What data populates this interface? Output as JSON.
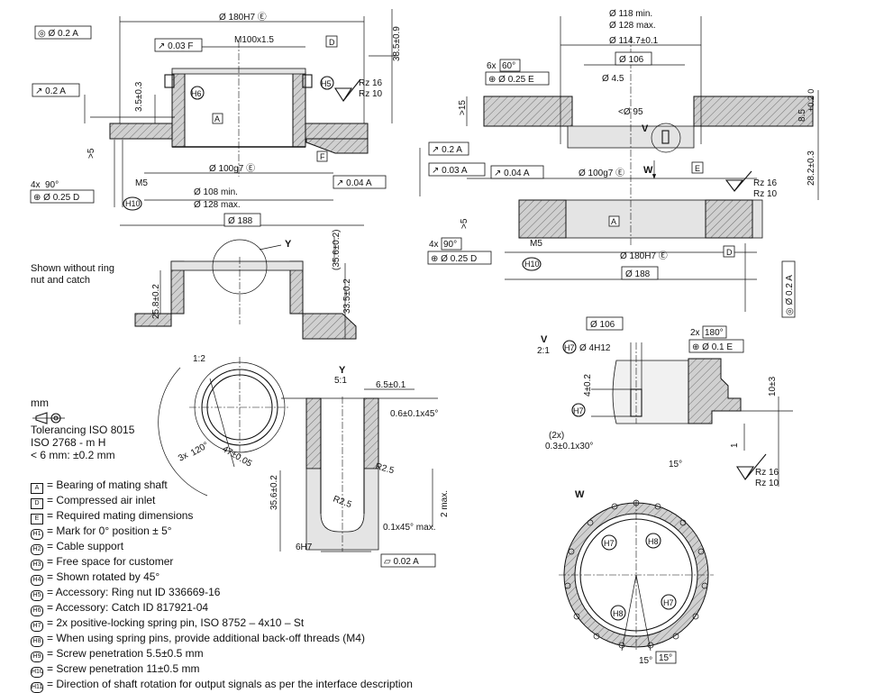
{
  "top_left": {
    "runout_datum": "◎ Ø 0.2 A",
    "outer_dia": "Ø 180H7 Ⓔ",
    "runout_f": "↗ 0.03 F",
    "thread": "M100x1.5",
    "datum_d": "D",
    "height_right": "38.5±0.9",
    "runout_a": "↗ 0.2 A",
    "dim_35": "3.5±0.3",
    "gt5": ">5",
    "h6": "H6",
    "h5": "H5",
    "rz16": "Rz 16",
    "rz10": "Rz 10",
    "datum_a": "A",
    "datum_f": "F",
    "shaft_dia": "Ø 100g7 Ⓔ",
    "runout_004": "↗ 0.04 A",
    "holes": "4x",
    "angle90": "90°",
    "m5": "M5",
    "pos_025": "⊕ Ø 0.25 D",
    "h10": "H10",
    "min108": "Ø 108 min.",
    "max128": "Ø 128 max.",
    "dia188": "Ø 188"
  },
  "mid_left": {
    "caption": "Shown without ring nut and catch",
    "y": "Y",
    "d356": "(35.6±0.2)",
    "d258": "25.8±0.2",
    "d335": "33.5±0.2"
  },
  "detail_left": {
    "scale": "1:2",
    "three": "3x",
    "a120": "120°",
    "d47": "47±0.05"
  },
  "detail_y": {
    "title": "Y",
    "scale": "5:1",
    "d65": "6.5±0.1",
    "cham": "0.6±0.1x45°",
    "r25a": "R2.5",
    "r25b": "R2.5",
    "max2": "2 max.",
    "d356": "35.6±0.2",
    "cham2": "0.1x45° max.",
    "h7": "6H7",
    "flat": "⏥ 0.02 A"
  },
  "notes": {
    "unit": "mm",
    "tol1": "Tolerancing ISO 8015",
    "tol2": "ISO 2768 - m H",
    "tol3": "< 6 mm: ±0.2 mm"
  },
  "legend": [
    {
      "key": "A",
      "text": "= Bearing of mating shaft"
    },
    {
      "key": "D",
      "text": "= Compressed air inlet"
    },
    {
      "key": "E",
      "text": "= Required mating dimensions"
    },
    {
      "key": "H1",
      "text": "= Mark for 0° position ± 5°"
    },
    {
      "key": "H2",
      "text": "= Cable support"
    },
    {
      "key": "H3",
      "text": "= Free space for customer"
    },
    {
      "key": "H4",
      "text": "= Shown rotated by 45°"
    },
    {
      "key": "H5",
      "text": "= Accessory: Ring nut ID 336669-16"
    },
    {
      "key": "H6",
      "text": "= Accessory: Catch ID 817921-04"
    },
    {
      "key": "H7",
      "text": "= 2x positive-locking spring pin, ISO 8752 – 4x10 – St"
    },
    {
      "key": "H8",
      "text": "= When using spring pins, provide additional back-off threads (M4)"
    },
    {
      "key": "H9",
      "text": "= Screw penetration 5.5±0.5 mm"
    },
    {
      "key": "H10",
      "text": "= Screw penetration 11±0.5 mm"
    },
    {
      "key": "H11",
      "text": "= Direction of shaft rotation for output signals as per the interface description"
    }
  ],
  "top_right": {
    "min118": "Ø 118 min.",
    "max128": "Ø 128 max.",
    "d1147": "Ø 114.7±0.1",
    "six": "6x",
    "a60": "60°",
    "pos025e": "⊕ Ø 0.25 E",
    "d106": "Ø 106",
    "d45": "Ø 4.5",
    "gt15": ">15",
    "lt95": "<Ø 95",
    "d85": "8.5",
    "tol85": "+0.2 0",
    "v": "V",
    "r02": "↗ 0.2 A",
    "r003": "↗ 0.03 A",
    "r004": "↗ 0.04 A",
    "shaft": "Ø 100g7 Ⓔ",
    "w": "W",
    "datum_e": "E",
    "d282": "28.2±0.3",
    "rz16": "Rz 16",
    "rz10": "Rz 10",
    "gt5": ">5",
    "datum_a": "A",
    "four": "4x",
    "a90": "90°",
    "m5": "M5",
    "pos025d": "⊕ Ø 0.25 D",
    "h10": "H10",
    "d180": "Ø 180H7 Ⓔ",
    "datum_d": "D",
    "d188": "Ø 188",
    "runout": "◎ Ø 0.2 A"
  },
  "detail_v": {
    "title": "V",
    "scale": "2:1",
    "d106": "Ø 106",
    "h7a": "H7",
    "d4h12": "Ø 4H12",
    "two": "2x",
    "a180": "180°",
    "pos01e": "⊕ Ø 0.1 E",
    "d4": "4±0.2",
    "d10": "10±3",
    "h7b": "H7",
    "two2": "(2x)",
    "cham": "0.3±0.1x30°",
    "one": "1",
    "a15": "15°",
    "rz16": "Rz 16",
    "rz10": "Rz 10"
  },
  "detail_w": {
    "title": "W",
    "h7a": "H7",
    "h8a": "H8",
    "h7b": "H7",
    "h8b": "H8",
    "a15a": "15°",
    "a15b": "15°"
  }
}
